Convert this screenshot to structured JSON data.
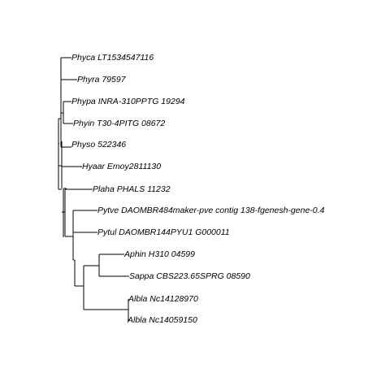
{
  "tree": {
    "type": "phylogram",
    "line_color": "#000000",
    "label_color": "#000000",
    "tips": [
      "Phyca LT1534547116",
      "Phyra 79597",
      "Phypa INRA-310PPTG 19294",
      "Phyin T30-4PITG 08672",
      "Physo 522346",
      "Hyaar Emoy2811130",
      "Plaha PHALS 11232",
      "Pytve DAOMBR484maker-pve contig 138-fgenesh-gene-0.4",
      "Pytul DAOMBR144PYU1 G000011",
      "Aphin H310 04599",
      "Sappa CBS223.65SPRG 08590",
      "Albla Nc14128970",
      "Albla Nc14059150"
    ],
    "topology": [
      [
        [
          0,
          1,
          [
            2,
            3
          ],
          4
        ],
        5
      ],
      [
        6,
        [
          [
            7,
            8
          ],
          [
            [
              9,
              10
            ],
            [
              11,
              12
            ]
          ]
        ]
      ]
    ]
  }
}
